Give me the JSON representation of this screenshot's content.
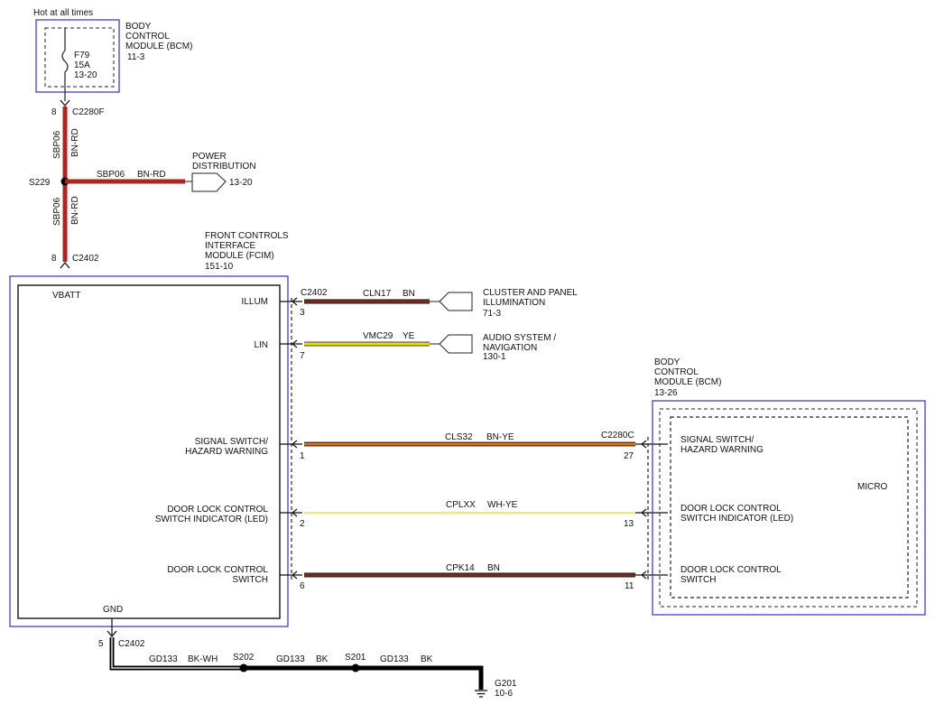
{
  "top_note": "Hot at all times",
  "bcm_top": {
    "title": [
      "BODY",
      "CONTROL",
      "MODULE (BCM)",
      "11-3"
    ],
    "fuse": {
      "id": "F79",
      "rating": "15A",
      "ref": "13-20"
    }
  },
  "c2280f": {
    "pin": "8",
    "connector": "C2280F"
  },
  "vertical_circuit": {
    "circuit": "SBP06",
    "color": "BN-RD"
  },
  "splice_s229": "S229",
  "power_dist": {
    "circuit": "SBP06",
    "color": "BN-RD",
    "title": [
      "POWER",
      "DISTRIBUTION"
    ],
    "ref": "13-20"
  },
  "c2402_top": {
    "pin": "8",
    "connector": "C2402"
  },
  "fcim": {
    "title": [
      "FRONT CONTROLS",
      "INTERFACE",
      "MODULE (FCIM)",
      "151-10"
    ],
    "vbatt": "VBATT",
    "gnd": "GND",
    "connector": "C2402",
    "pins": {
      "illum": {
        "label": [
          "ILLUM"
        ],
        "pin": "3"
      },
      "lin": {
        "label": [
          "LIN"
        ],
        "pin": "7"
      },
      "signal": {
        "label": [
          "SIGNAL SWITCH/",
          "HAZARD WARNING"
        ],
        "pin": "1"
      },
      "led": {
        "label": [
          "DOOR LOCK CONTROL",
          "SWITCH INDICATOR (LED)"
        ],
        "pin": "2"
      },
      "dlswitch": {
        "label": [
          "DOOR LOCK CONTROL",
          "SWITCH"
        ],
        "pin": "6"
      }
    }
  },
  "wires": {
    "illum": {
      "circuit": "CLN17",
      "color": "BN",
      "dest": [
        "CLUSTER AND PANEL",
        "ILLUMINATION"
      ],
      "dest_ref": "71-3"
    },
    "lin": {
      "circuit": "VMC29",
      "color": "YE",
      "dest": [
        "AUDIO SYSTEM /",
        "NAVIGATION"
      ],
      "dest_ref": "130-1"
    },
    "signal": {
      "circuit": "CLS32",
      "color": "BN-YE",
      "bcm_pin": "27"
    },
    "led": {
      "circuit": "CPLXX",
      "color": "WH-YE",
      "bcm_pin": "13"
    },
    "dlswitch": {
      "circuit": "CPK14",
      "color": "BN",
      "bcm_pin": "11"
    }
  },
  "bcm_right": {
    "title": [
      "BODY",
      "CONTROL",
      "MODULE (BCM)",
      "13-26"
    ],
    "connector": "C2280C",
    "micro": "MICRO",
    "pins": {
      "signal": [
        "SIGNAL SWITCH/",
        "HAZARD WARNING"
      ],
      "led": [
        "DOOR LOCK CONTROL",
        "SWITCH INDICATOR (LED)"
      ],
      "dlswitch": [
        "DOOR LOCK CONTROL",
        "SWITCH"
      ]
    }
  },
  "ground": {
    "pin": "5",
    "connector": "C2402",
    "seg1": {
      "circuit": "GD133",
      "color": "BK-WH"
    },
    "splice1": "S202",
    "seg2": {
      "circuit": "GD133",
      "color": "BK"
    },
    "splice2": "S201",
    "seg3": {
      "circuit": "GD133",
      "color": "BK"
    },
    "ground_id": "G201",
    "ground_ref": "10-6"
  },
  "colors": {
    "module_border": "#3030cc",
    "wire_bn": "#7a2a22",
    "wire_bn_rd": "#b02420",
    "wire_ye": "#e8e000",
    "wire_wh_ye": "#f0ec60",
    "wire_bk": "#000000"
  }
}
